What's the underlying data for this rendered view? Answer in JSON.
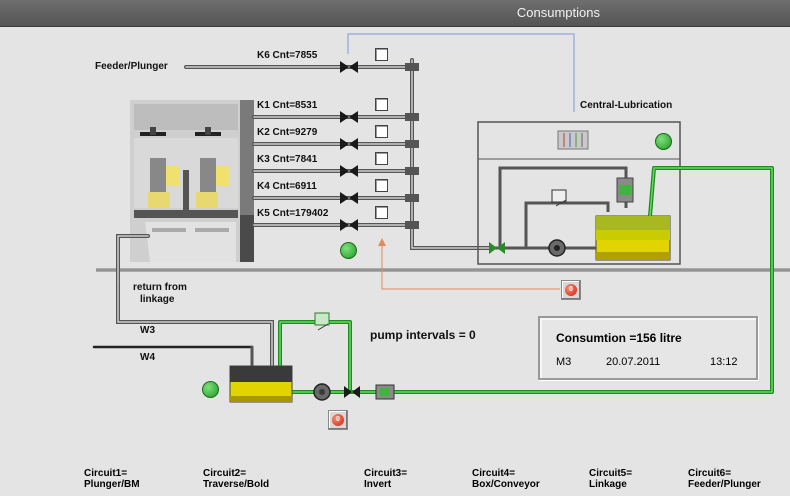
{
  "window": {
    "title": "Consumptions"
  },
  "lines": {
    "feeder_plunger": "Feeder/Plunger",
    "central_lubrication": "Central-Lubrication",
    "return_from_linkage_1": "return from",
    "return_from_linkage_2": "linkage",
    "w3": "W3",
    "w4": "W4",
    "pump_intervals": "pump intervals = 0"
  },
  "counters": [
    {
      "label": "K6 Cnt=7855"
    },
    {
      "label": "K1 Cnt=8531"
    },
    {
      "label": "K2 Cnt=9279"
    },
    {
      "label": "K3 Cnt=7841"
    },
    {
      "label": "K4 Cnt=6911"
    },
    {
      "label": "K5 Cnt=179402"
    }
  ],
  "buttons": {
    "reset_glyph": "0"
  },
  "consumption": {
    "title": "Consumtion =156 litre",
    "unit": "M3",
    "date": "20.07.2011",
    "time": "13:12"
  },
  "circuits": [
    {
      "line1": "Circuit1=",
      "line2": "Plunger/BM"
    },
    {
      "line1": "Circuit2=",
      "line2": "Traverse/Bold"
    },
    {
      "line1": "Circuit3=",
      "line2": "Invert"
    },
    {
      "line1": "Circuit4=",
      "line2": "Box/Conveyor"
    },
    {
      "line1": "Circuit5=",
      "line2": "Linkage"
    },
    {
      "line1": "Circuit6=",
      "line2": "Feeder/Plunger"
    }
  ],
  "colors": {
    "oil_line": "#2eaa2e",
    "signal_blue": "#8098dd",
    "signal_orange": "#e28a5a",
    "tank_yellow": "#e2d400"
  }
}
